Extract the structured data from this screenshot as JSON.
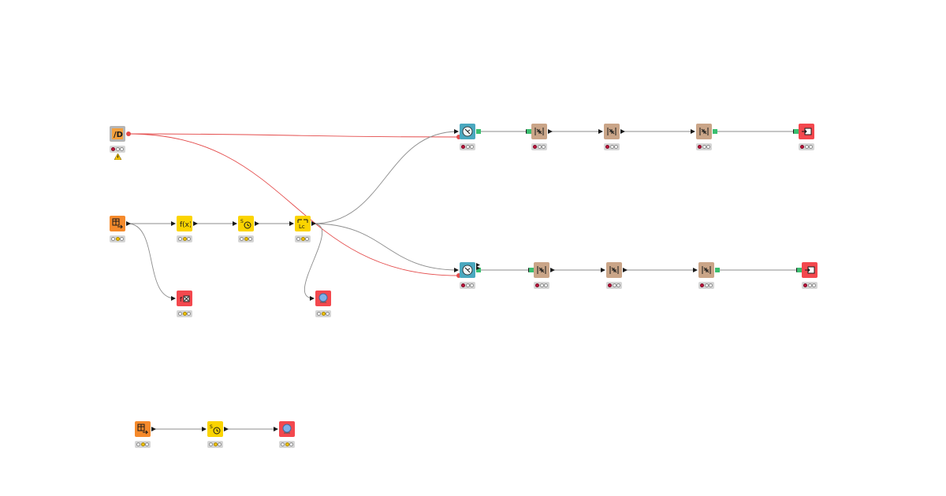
{
  "colors": {
    "source": "#f58a2c",
    "manipulator": "#fbd400",
    "sink": "#f3484e",
    "learner": "#4aa8bf",
    "predictor": "#caa588",
    "reader": "#b5b5b5",
    "data_connection": "#8c8c8c",
    "model_connection": "#e44b4b",
    "port_model": "#e44b4b",
    "port_spark": "#3bbf70"
  },
  "nodes": [
    {
      "id": "db-connector",
      "kind": "reader",
      "icon": "db-connector-icon",
      "status": [
        "red",
        "off",
        "off"
      ],
      "warning": true
    },
    {
      "id": "table-source-1",
      "kind": "source",
      "icon": "table-source-icon",
      "status": [
        "off",
        "yellow",
        "off"
      ]
    },
    {
      "id": "column-expression",
      "kind": "manipulator",
      "icon": "function-icon",
      "status": [
        "off",
        "yellow",
        "off"
      ]
    },
    {
      "id": "string-to-date",
      "kind": "manipulator",
      "icon": "clock-icon",
      "status": [
        "off",
        "yellow",
        "off"
      ]
    },
    {
      "id": "column-filter",
      "kind": "manipulator",
      "icon": "filter-icon",
      "status": [
        "off",
        "yellow",
        "off"
      ]
    },
    {
      "id": "table-writer-1",
      "kind": "sink",
      "icon": "function-sink-icon",
      "status": [
        "off",
        "yellow",
        "off"
      ]
    },
    {
      "id": "table-view",
      "kind": "sink",
      "icon": "globe-icon",
      "status": [
        "off",
        "yellow",
        "off"
      ]
    },
    {
      "id": "learner-top",
      "kind": "learner",
      "icon": "learner-icon",
      "status": [
        "red",
        "off",
        "off"
      ]
    },
    {
      "id": "predictor-top-1",
      "kind": "predictor",
      "icon": "predictor-icon",
      "status": [
        "red",
        "off",
        "off"
      ]
    },
    {
      "id": "predictor-top-2",
      "kind": "predictor",
      "icon": "predictor-icon",
      "status": [
        "red",
        "off",
        "off"
      ]
    },
    {
      "id": "predictor-top-3",
      "kind": "predictor",
      "icon": "predictor-icon",
      "status": [
        "red",
        "off",
        "off"
      ]
    },
    {
      "id": "writer-top",
      "kind": "sink",
      "icon": "export-icon",
      "status": [
        "red",
        "off",
        "off"
      ]
    },
    {
      "id": "learner-bottom",
      "kind": "learner",
      "icon": "learner-icon",
      "status": [
        "red",
        "off",
        "off"
      ]
    },
    {
      "id": "predictor-bottom-1",
      "kind": "predictor",
      "icon": "predictor-icon",
      "status": [
        "red",
        "off",
        "off"
      ]
    },
    {
      "id": "predictor-bottom-2",
      "kind": "predictor",
      "icon": "predictor-icon",
      "status": [
        "red",
        "off",
        "off"
      ]
    },
    {
      "id": "predictor-bottom-3",
      "kind": "predictor",
      "icon": "predictor-icon",
      "status": [
        "red",
        "off",
        "off"
      ]
    },
    {
      "id": "writer-bottom",
      "kind": "sink",
      "icon": "export-icon",
      "status": [
        "red",
        "off",
        "off"
      ]
    },
    {
      "id": "table-source-2",
      "kind": "source",
      "icon": "table-source-icon",
      "status": [
        "off",
        "yellow",
        "off"
      ]
    },
    {
      "id": "string-to-date-2",
      "kind": "manipulator",
      "icon": "clock-icon",
      "status": [
        "off",
        "yellow",
        "off"
      ]
    },
    {
      "id": "table-view-2",
      "kind": "sink",
      "icon": "globe-icon",
      "status": [
        "off",
        "yellow",
        "off"
      ]
    }
  ],
  "edges": [
    {
      "from": "db-connector",
      "to": "learner-top",
      "type": "model"
    },
    {
      "from": "db-connector",
      "to": "learner-bottom",
      "type": "model"
    },
    {
      "from": "table-source-1",
      "to": "column-expression",
      "type": "data"
    },
    {
      "from": "table-source-1",
      "to": "table-writer-1",
      "type": "data"
    },
    {
      "from": "column-expression",
      "to": "string-to-date",
      "type": "data"
    },
    {
      "from": "string-to-date",
      "to": "column-filter",
      "type": "data"
    },
    {
      "from": "column-filter",
      "to": "learner-top",
      "type": "data"
    },
    {
      "from": "column-filter",
      "to": "learner-bottom",
      "type": "data"
    },
    {
      "from": "column-filter",
      "to": "table-view",
      "type": "data"
    },
    {
      "from": "learner-top",
      "to": "predictor-top-1",
      "type": "spark"
    },
    {
      "from": "predictor-top-1",
      "to": "predictor-top-2",
      "type": "data"
    },
    {
      "from": "predictor-top-2",
      "to": "predictor-top-3",
      "type": "data"
    },
    {
      "from": "predictor-top-3",
      "to": "writer-top",
      "type": "spark"
    },
    {
      "from": "learner-bottom",
      "to": "predictor-bottom-1",
      "type": "spark"
    },
    {
      "from": "predictor-bottom-1",
      "to": "predictor-bottom-2",
      "type": "data"
    },
    {
      "from": "predictor-bottom-2",
      "to": "predictor-bottom-3",
      "type": "data"
    },
    {
      "from": "predictor-bottom-3",
      "to": "writer-bottom",
      "type": "spark"
    },
    {
      "from": "table-source-2",
      "to": "string-to-date-2",
      "type": "data"
    },
    {
      "from": "string-to-date-2",
      "to": "table-view-2",
      "type": "data"
    }
  ]
}
